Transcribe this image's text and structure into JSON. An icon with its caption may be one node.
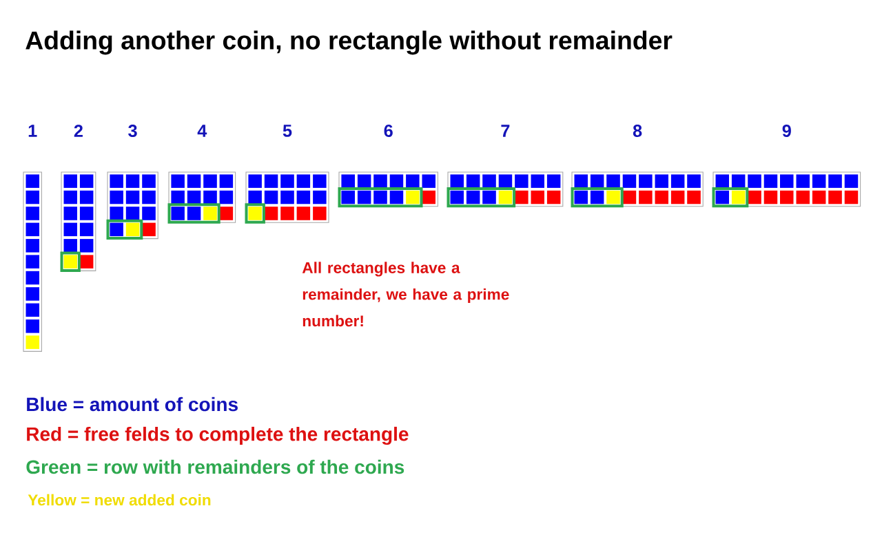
{
  "diagram": {
    "title": "Adding another coin, no rectangle without remainder",
    "labels": [
      "1",
      "2",
      "3",
      "4",
      "5",
      "6",
      "7",
      "8",
      "9",
      "All rectangles have a remainder, we have a prime number!",
      "Blue = amount of coins",
      "Red = free felds to complete the rectangle",
      "Green = row with remainders of the coins",
      "Yellow = new added coin"
    ]
  }
}
